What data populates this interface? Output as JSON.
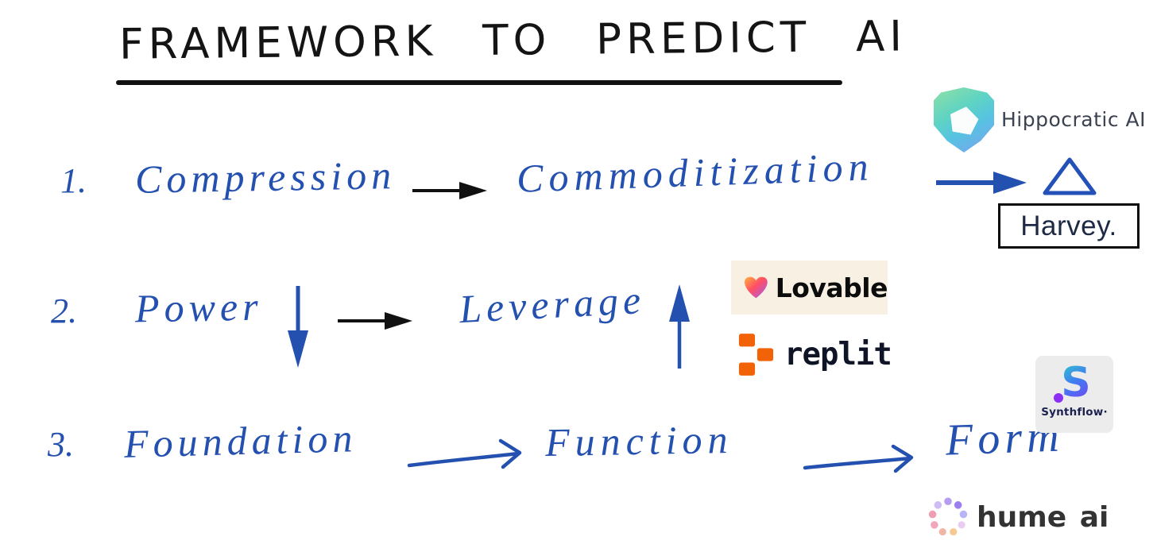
{
  "title": {
    "text": "FRAMEWORK TO PREDICT AI"
  },
  "rows": [
    {
      "number": "1.",
      "terms": [
        "Compression",
        "Commoditization"
      ]
    },
    {
      "number": "2.",
      "terms": [
        "Power",
        "Leverage"
      ]
    },
    {
      "number": "3.",
      "terms": [
        "Foundation",
        "Function",
        "Form"
      ]
    }
  ],
  "logos": {
    "hippocratic": {
      "label": "Hippocratic AI",
      "icon": "hippocratic-shield-icon"
    },
    "harvey": {
      "label": "Harvey.",
      "icon": "triangle-delta-icon"
    },
    "lovable": {
      "label": "Lovable",
      "icon": "lovable-heart-icon"
    },
    "replit": {
      "label": "replit",
      "icon": "replit-blocks-icon"
    },
    "synthflow": {
      "label": "Synthflow·",
      "icon": "synthflow-s-icon"
    },
    "hume": {
      "label": "hume ai",
      "icon": "hume-dots-icon"
    }
  },
  "annotations": {
    "power_direction": "down-arrow",
    "leverage_direction": "up-arrow"
  },
  "colors": {
    "ink_blue": "#2450b0",
    "ink_black": "#141414",
    "harvey_navy": "#1e2a45",
    "lovable_bg": "#f7f0e3",
    "replit_orange": "#f26207",
    "replit_ink": "#0f1527",
    "synthflow_bg": "#ececec",
    "synthflow_navy": "#1b2150",
    "hume_ink": "#333333",
    "hippocratic_text": "#3b4250"
  }
}
